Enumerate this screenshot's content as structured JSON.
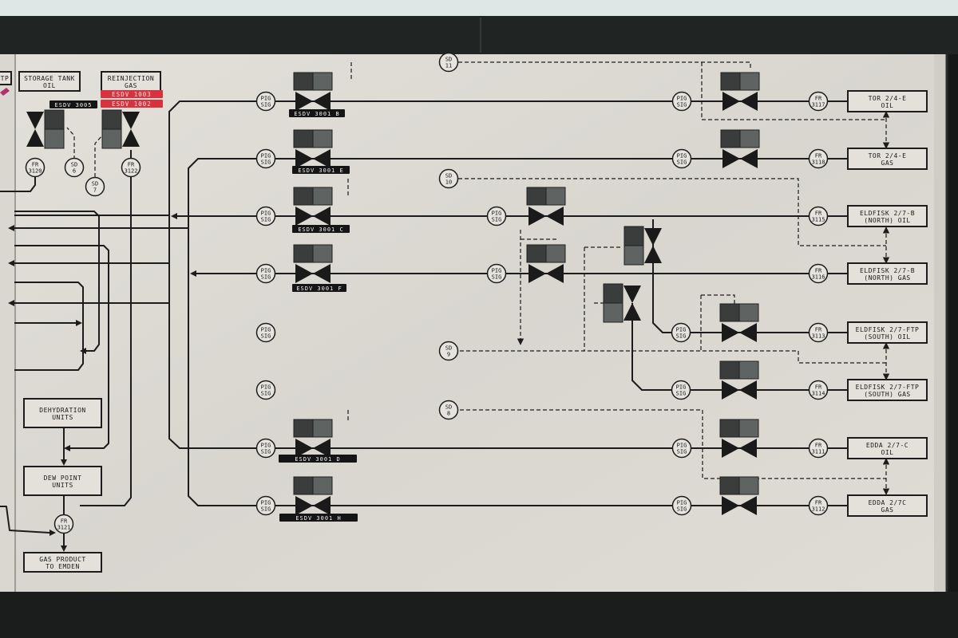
{
  "top_boxes": {
    "tp": "TP",
    "storage_tank": [
      "STORAGE TANK",
      "OIL"
    ],
    "reinjection": [
      "REINJECTION",
      "GAS"
    ]
  },
  "tags": {
    "esdv_3005": "ESDV 3005",
    "esdv_1003": "ESDV 1003",
    "esdv_1002": "ESDV 1002",
    "esdv_3001_b": "ESDV 3001 B",
    "esdv_3001_e": "ESDV 3001 E",
    "esdv_3001_c": "ESDV 3001 C",
    "esdv_3001_f": "ESDV 3001 F",
    "esdv_3001_d": "ESDV 3001 D",
    "esdv_3001_h": "ESDV 3001 H"
  },
  "circles": {
    "fr_3120": [
      "FR",
      "3120"
    ],
    "sd_6": [
      "SD",
      "6"
    ],
    "sd_7": [
      "SD",
      "7"
    ],
    "fr_3122": [
      "FR",
      "3122"
    ],
    "fr_3121": [
      "FR",
      "3121"
    ],
    "sd_11": [
      "SD",
      "11"
    ],
    "sd_10": [
      "SD",
      "10"
    ],
    "sd_9": [
      "SD",
      "9"
    ],
    "sd_8": [
      "SD",
      "8"
    ],
    "pig_sig": [
      "PIG",
      "SIG"
    ],
    "fr_3117": [
      "FR",
      "3117"
    ],
    "fr_3118": [
      "FR",
      "3118"
    ],
    "fr_3115": [
      "FR",
      "3115"
    ],
    "fr_3116": [
      "FR",
      "3116"
    ],
    "fr_3113": [
      "FR",
      "3113"
    ],
    "fr_3114": [
      "FR",
      "3114"
    ],
    "fr_3111": [
      "FR",
      "3111"
    ],
    "fr_3112": [
      "FR",
      "3112"
    ]
  },
  "left_boxes": {
    "dehydration": [
      "DEHYDRATION",
      "UNITS"
    ],
    "dew_point": [
      "DEW POINT",
      "UNITS"
    ],
    "gas_product": [
      "GAS PRODUCT",
      "TO EMDEN"
    ]
  },
  "right_boxes": {
    "tor_oil": [
      "TOR 2/4-E",
      "OIL"
    ],
    "tor_gas": [
      "TOR 2/4-E",
      "GAS"
    ],
    "eldfisk_north_oil": [
      "ELDFISK 2/7-B",
      "(NORTH) OIL"
    ],
    "eldfisk_north_gas": [
      "ELDFISK 2/7-B",
      "(NORTH) GAS"
    ],
    "eldfisk_south_oil": [
      "ELDFISK 2/7-FTP",
      "(SOUTH) OIL"
    ],
    "eldfisk_south_gas": [
      "ELDFISK 2/7-FTP",
      "(SOUTH) GAS"
    ],
    "edda_oil": [
      "EDDA 2/7-C",
      "OIL"
    ],
    "edda_gas": [
      "EDDA 2/7C",
      "GAS"
    ]
  },
  "colors": {
    "panel": "#dcdad3",
    "frame": "#151816",
    "line": "#1c1c1c",
    "valve_dark": "#3a3d3c",
    "valve_mid": "#5f6462",
    "tag_red": "#d8323e"
  }
}
